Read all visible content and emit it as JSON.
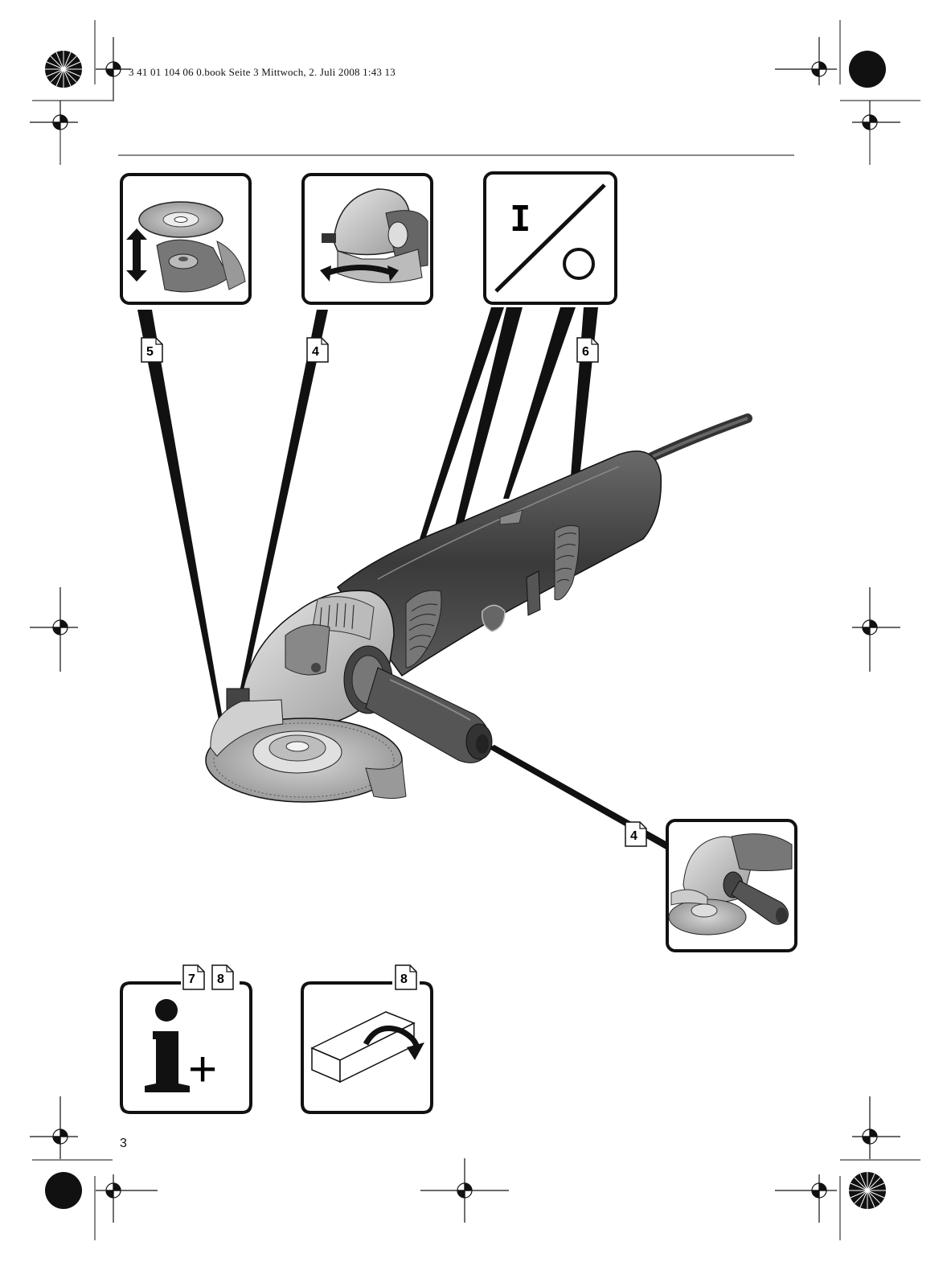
{
  "header": {
    "print_slug": "3 41 01 104 06 0.book  Seite 3  Mittwoch, 2. Juli 2008  1:43 13"
  },
  "callouts": {
    "disc_mounting_ref": "5",
    "guard_adjust_ref": "4",
    "switch_ref": "6",
    "side_handle_ref": "4",
    "info_ref_a": "7",
    "info_ref_b": "8",
    "packaging_ref": "8"
  },
  "switch_panel": {
    "on_symbol": "I",
    "off_symbol": "O"
  },
  "info_panel": {
    "plus_symbol": "+"
  },
  "footer": {
    "page_number": "3"
  },
  "colors": {
    "ink": "#111111",
    "tool_body": "#4a4a4a",
    "tool_light": "#bdbdbd"
  }
}
